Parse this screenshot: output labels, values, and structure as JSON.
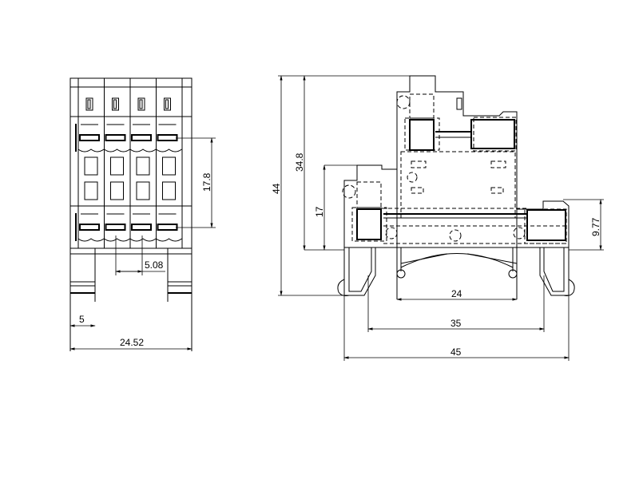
{
  "front_view": {
    "dimensions": {
      "pitch_vertical": "17.8",
      "pitch_horizontal": "5.08",
      "foot_width": "5",
      "total_width": "24.52"
    },
    "poles": 4
  },
  "side_view": {
    "dimensions": {
      "total_height": "44",
      "upper_height": "34.8",
      "lower_connector_height": "17",
      "right_connector_height": "9.77",
      "body_width": "24",
      "rail_width": "35",
      "total_width": "45"
    }
  }
}
